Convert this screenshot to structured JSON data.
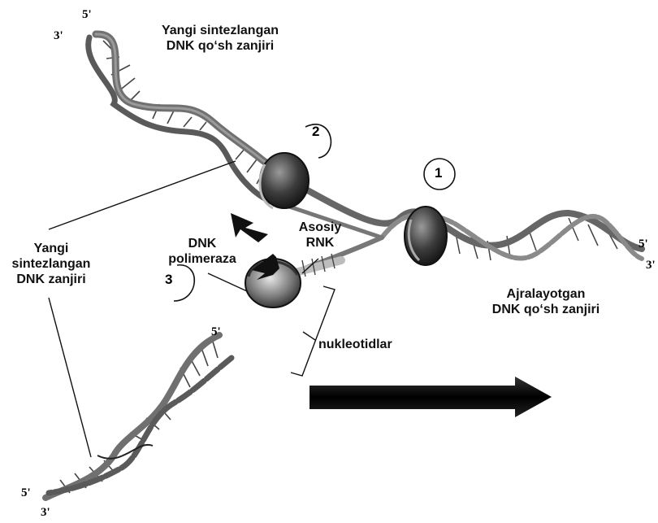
{
  "labels": {
    "new_double_top_1": "Yangi sintezlangan",
    "new_double_top_2": "DNK qo‘sh zanjiri",
    "new_chain_left_1": "Yangi",
    "new_chain_left_2": "sintezlangan",
    "new_chain_left_3": "DNK zanjiri",
    "polymerase_1": "DNK",
    "polymerase_2": "polimeraza",
    "primer_1": "Asosiy",
    "primer_2": "RNK",
    "nucleotides": "nukleotidlar",
    "unwinding_1": "Ajralayotgan",
    "unwinding_2": "DNK qo‘sh zanjiri"
  },
  "steps": [
    "1",
    "2",
    "3"
  ],
  "strand_ends": {
    "top_5": "5'",
    "top_3": "3'",
    "right_5": "5'",
    "right_3": "3'",
    "bottom_5": "5'",
    "bottom_3": "3'",
    "mid_5": "5'"
  },
  "colors": {
    "strand": "#6a6a6a",
    "enzyme": "#333333",
    "arrow": "#111111"
  }
}
